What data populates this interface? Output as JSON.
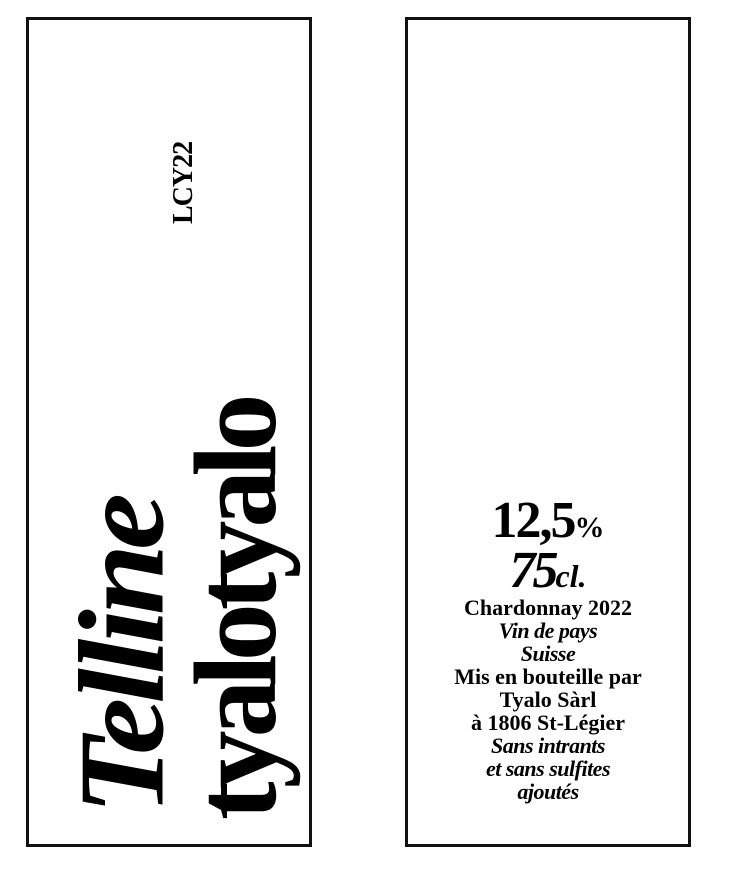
{
  "front_label": {
    "wine_name": "Telline",
    "producer": "tyalotyalo",
    "vintage_code": "LCY22"
  },
  "back_label": {
    "abv_value": "12,5",
    "abv_unit": "%",
    "volume_value": "75",
    "volume_unit": "cl.",
    "lines": [
      {
        "text": "Chardonnay 2022",
        "style": "upright"
      },
      {
        "text": "Vin de pays",
        "style": "italic"
      },
      {
        "text": "Suisse",
        "style": "italic"
      },
      {
        "text": "Mis en bouteille par",
        "style": "upright"
      },
      {
        "text": "Tyalo Sàrl",
        "style": "upright"
      },
      {
        "text": "à 1806 St-Légier",
        "style": "upright"
      },
      {
        "text": "Sans intrants",
        "style": "italic"
      },
      {
        "text": "et sans sulfites",
        "style": "italic"
      },
      {
        "text": "ajoutés",
        "style": "italic"
      }
    ]
  },
  "colors": {
    "ink": "#000000",
    "border": "#111111",
    "background": "#ffffff"
  }
}
